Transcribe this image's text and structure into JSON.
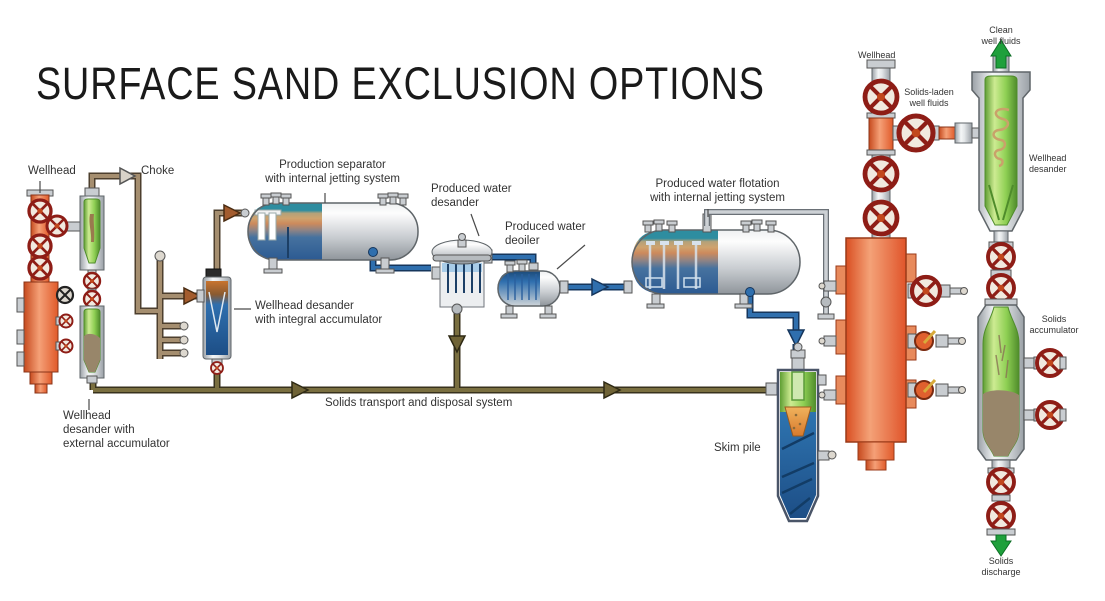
{
  "title": "SURFACE SAND EXCLUSION OPTIONS",
  "colors": {
    "background": "#ffffff",
    "title_text": "#1a1a1a",
    "label_text": "#333333",
    "pipe_well_fluids": "#a58e6f",
    "pipe_solids": "#7a6f40",
    "pipe_water": "#2f6fae",
    "valve_red": "#8e1d16",
    "vessel_green": "#8fd054",
    "wellhead_orange": "#e8572e",
    "arrow_green": "#1fa03c"
  },
  "labels": {
    "wellhead_left": "Wellhead",
    "choke": "Choke",
    "production_separator": "Production separator\nwith internal jetting system",
    "produced_water_desander": "Produced water\ndesander",
    "produced_water_deoiler": "Produced water\ndeoiler",
    "produced_water_flotation": "Produced water flotation\nwith internal jetting system",
    "wellhead_desander_integral": "Wellhead desander\nwith integral accumulator",
    "wellhead_desander_external": "Wellhead\ndesander with\nexternal accumulator",
    "solids_transport": "Solids transport and disposal system",
    "skim_pile": "Skim pile",
    "wellhead_right": "Wellhead",
    "solids_laden": "Solids-laden\nwell fluids",
    "clean_well_fluids": "Clean\nwell fluids",
    "wellhead_desander_right": "Wellhead\ndesander",
    "solids_accumulator": "Solids\naccumulator",
    "solids_discharge": "Solids\ndischarge"
  }
}
